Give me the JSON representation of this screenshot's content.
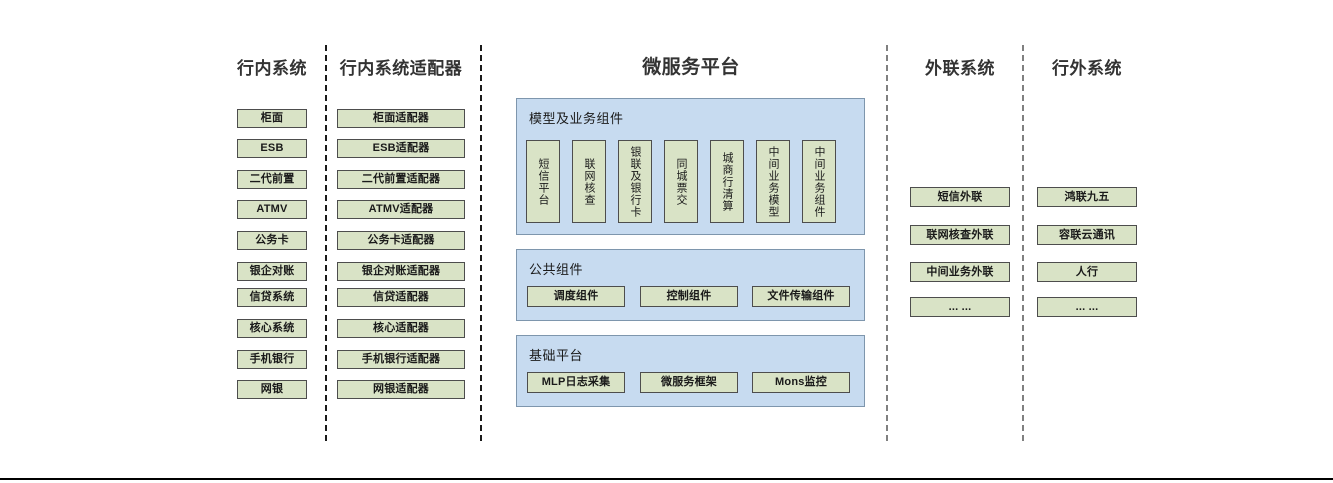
{
  "columns": [
    {
      "title": "行内系统",
      "items": [
        "柜面",
        "ESB",
        "二代前置",
        "ATMV",
        "公务卡",
        "银企对账",
        "信贷系统",
        "核心系统",
        "手机银行",
        "网银"
      ]
    },
    {
      "title": "行内系统适配器",
      "items": [
        "柜面适配器",
        "ESB适配器",
        "二代前置适配器",
        "ATMV适配器",
        "公务卡适配器",
        "银企对账适配器",
        "信贷适配器",
        "核心适配器",
        "手机银行适配器",
        "网银适配器"
      ]
    },
    {
      "title": "微服务平台"
    },
    {
      "title": "外联系统",
      "items": [
        "短信外联",
        "联网核查外联",
        "中间业务外联",
        "... ..."
      ]
    },
    {
      "title": "行外系统",
      "items": [
        "鸿联九五",
        "容联云通讯",
        "人行",
        "... ..."
      ]
    }
  ],
  "platform": {
    "panels": [
      {
        "title": "模型及业务组件",
        "orientation": "vertical",
        "items": [
          "短信平台",
          "联网核查",
          "银联及银行卡",
          "同城票交",
          "城商行清算",
          "中间业务模型",
          "中间业务组件"
        ]
      },
      {
        "title": "公共组件",
        "orientation": "horizontal",
        "items": [
          "调度组件",
          "控制组件",
          "文件传输组件"
        ]
      },
      {
        "title": "基础平台",
        "orientation": "horizontal",
        "items": [
          "MLP日志采集",
          "微服务框架",
          "Mons监控"
        ]
      }
    ]
  },
  "colors": {
    "box_fill": "#d9e3c6",
    "box_border": "#4d4d4d",
    "panel_fill": "#c7dbf0",
    "panel_border": "#7e96ad",
    "title_color": "#333333",
    "separator_dark": "#1a1a1a",
    "separator_gray": "#808080"
  }
}
